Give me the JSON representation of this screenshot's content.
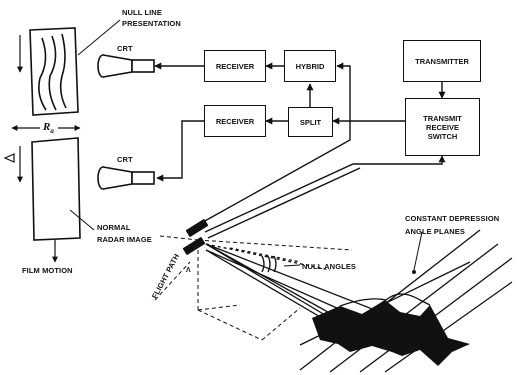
{
  "blocks": {
    "receiver_top": "RECEIVER",
    "hybrid": "HYBRID",
    "transmitter": "TRANSMITTER",
    "receiver_bottom": "RECEIVER",
    "split": "SPLIT",
    "transmit_receive_switch": [
      "TRANSMIT",
      "RECEIVE",
      "SWITCH"
    ]
  },
  "labels": {
    "null_line_presentation": [
      "NULL LINE",
      "PRESENTATION"
    ],
    "crt_top": "CRT",
    "crt_bottom": "CRT",
    "range": "R",
    "range_subscript": "a",
    "normal_radar_image": [
      "NORMAL",
      "RADAR IMAGE"
    ],
    "film_motion": "FILM MOTION",
    "flight_path": "FLIGHT PATH",
    "null_angles": "NULL ANGLES",
    "constant_depression_angle_planes": [
      "CONSTANT DEPRESSION",
      "ANGLE PLANES"
    ]
  }
}
